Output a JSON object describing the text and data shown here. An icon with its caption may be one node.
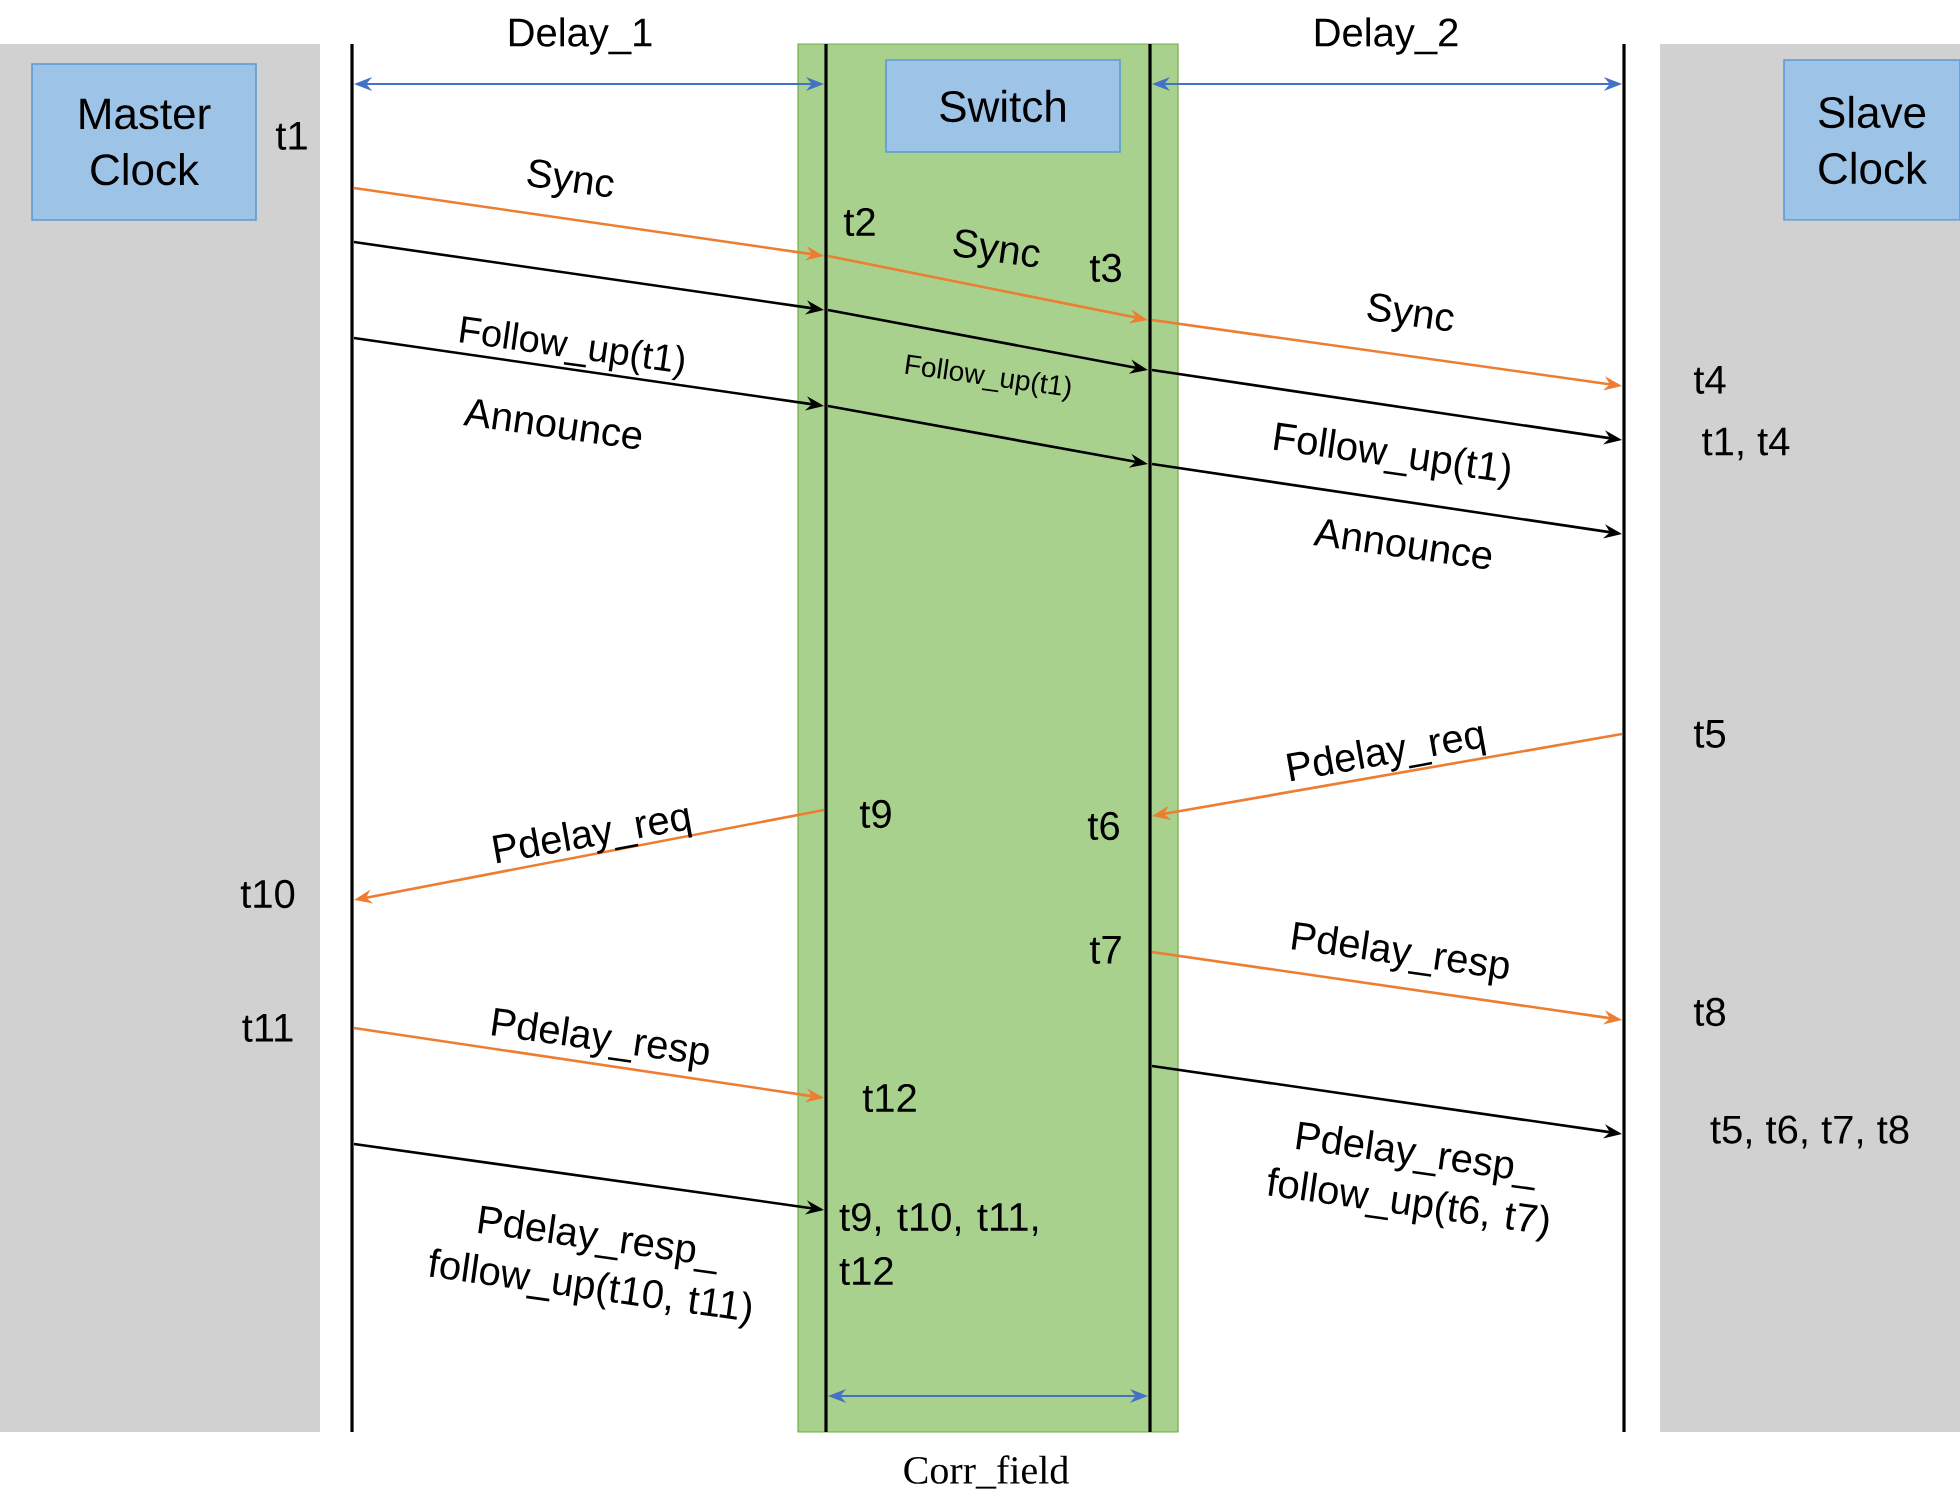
{
  "diagram": {
    "nodes": [
      {
        "text": [],
        "shape": "band"
      },
      {
        "text": [
          "Master Clock"
        ],
        "in": 0
      },
      {
        "text": [],
        "shape": "band"
      },
      {
        "text": [
          "Switch"
        ],
        "in": 2
      },
      {
        "text": [],
        "shape": "band"
      },
      {
        "text": [
          "Slave Clock"
        ],
        "in": 4
      },
      {
        "text": [],
        "shape": "line"
      },
      {
        "text": [],
        "shape": "line",
        "in": 2
      },
      {
        "text": [],
        "shape": "line",
        "in": 2
      },
      {
        "text": [],
        "shape": "line"
      }
    ],
    "edges": [
      {
        "from": 6,
        "to": 7,
        "arrow": "to",
        "label": "Sync",
        "color": "#ed7d31"
      },
      {
        "from": 7,
        "to": 8,
        "arrow": "to",
        "label": "Sync",
        "color": "#ed7d31"
      },
      {
        "from": 8,
        "to": 9,
        "arrow": "to",
        "label": "Sync",
        "color": "#ed7d31"
      },
      {
        "from": 6,
        "to": 7,
        "arrow": "to",
        "label": "Follow_up(t1)"
      },
      {
        "from": 7,
        "to": 8,
        "arrow": "to",
        "label": "Follow_up(t1)"
      },
      {
        "from": 8,
        "to": 9,
        "arrow": "to",
        "label": "Follow_up(t1)"
      },
      {
        "from": 6,
        "to": 7,
        "arrow": "to",
        "label": "Announce"
      },
      {
        "from": 7,
        "to": 8,
        "arrow": "to"
      },
      {
        "from": 8,
        "to": 9,
        "arrow": "to",
        "label": "Announce"
      },
      {
        "from": 9,
        "to": 8,
        "arrow": "to",
        "label": "Pdelay_req",
        "color": "#ed7d31"
      },
      {
        "from": 7,
        "to": 6,
        "arrow": "to",
        "label": "Pdelay_req",
        "color": "#ed7d31"
      },
      {
        "from": 8,
        "to": 9,
        "arrow": "to",
        "label": "Pdelay_resp",
        "color": "#ed7d31"
      },
      {
        "from": 6,
        "to": 7,
        "arrow": "to",
        "label": "Pdelay_resp",
        "color": "#ed7d31"
      },
      {
        "from": 8,
        "to": 9,
        "arrow": "to",
        "label": "Pdelay_resp_ follow_up(t6, t7)"
      },
      {
        "from": 6,
        "to": 7,
        "arrow": "to",
        "label": "Pdelay_resp_ follow_up(t10, t11)"
      },
      {
        "from": 6,
        "to": 7,
        "arrow": "both",
        "label": "Delay_1",
        "color": "#4472c4"
      },
      {
        "from": 8,
        "to": 9,
        "arrow": "both",
        "label": "Delay_2",
        "color": "#4472c4"
      },
      {
        "from": 7,
        "to": 8,
        "arrow": "both",
        "label": "Corr_field",
        "color": "#4472c4"
      }
    ],
    "labels": [
      "t1",
      "t2",
      "t3",
      "t4",
      "t1, t4",
      "t5",
      "t9",
      "t6",
      "t10",
      "t7",
      "t11",
      "t8",
      "t12",
      "t5, t6, t7, t8",
      "t9, t10, t11, t12"
    ]
  }
}
